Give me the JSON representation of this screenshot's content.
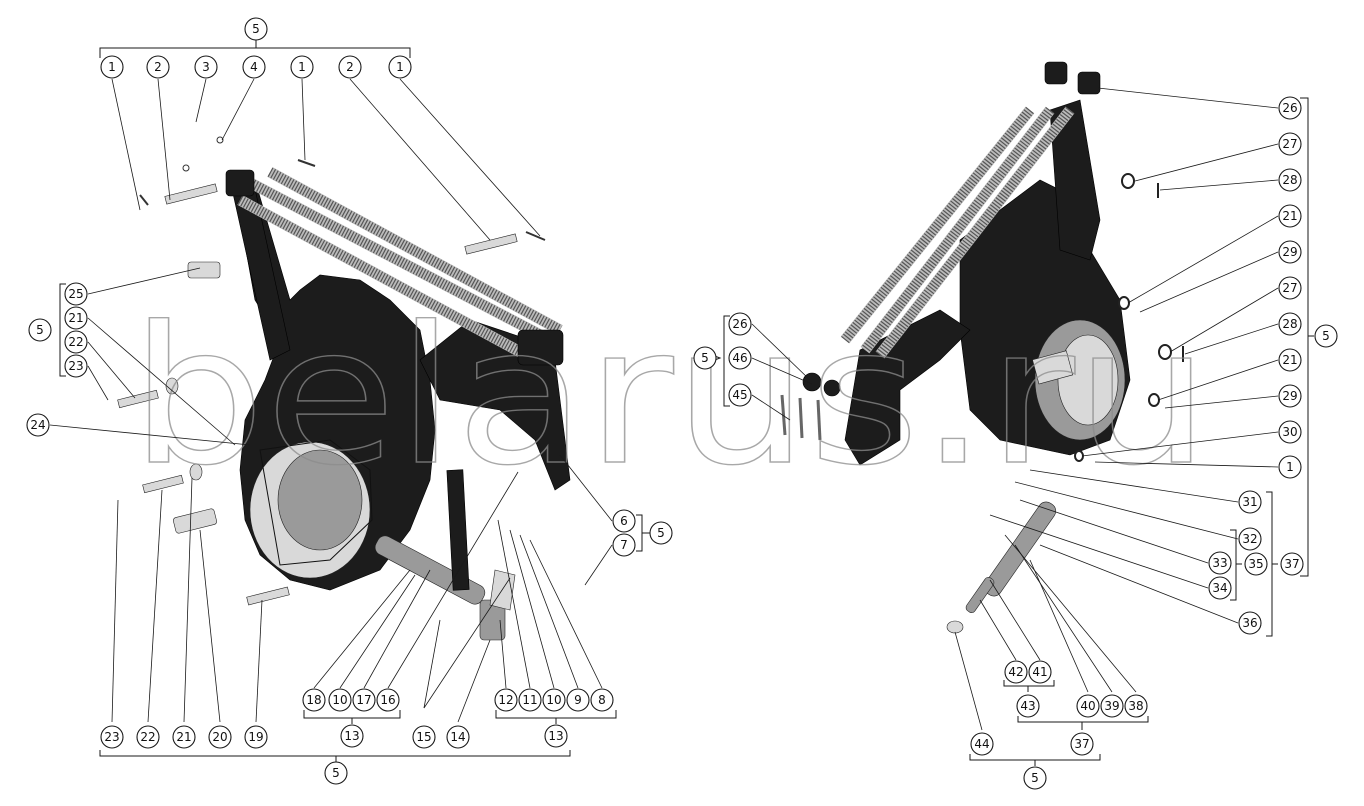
{
  "watermark": "belarus.ru",
  "left_assembly": {
    "callouts": [
      "5",
      "1",
      "2",
      "3",
      "4",
      "1",
      "2",
      "1",
      "25",
      "5",
      "21",
      "22",
      "23",
      "24",
      "6",
      "7",
      "5",
      "18",
      "10",
      "17",
      "16",
      "15",
      "14",
      "12",
      "11",
      "10",
      "9",
      "8",
      "13",
      "13",
      "23",
      "22",
      "21",
      "20",
      "19",
      "5"
    ]
  },
  "right_assembly": {
    "callouts": [
      "26",
      "27",
      "28",
      "21",
      "29",
      "27",
      "28",
      "5",
      "21",
      "29",
      "30",
      "1",
      "26",
      "5",
      "46",
      "45",
      "31",
      "32",
      "33",
      "34",
      "35",
      "37",
      "36",
      "42",
      "41",
      "43",
      "40",
      "39",
      "38",
      "37",
      "44",
      "5"
    ]
  }
}
